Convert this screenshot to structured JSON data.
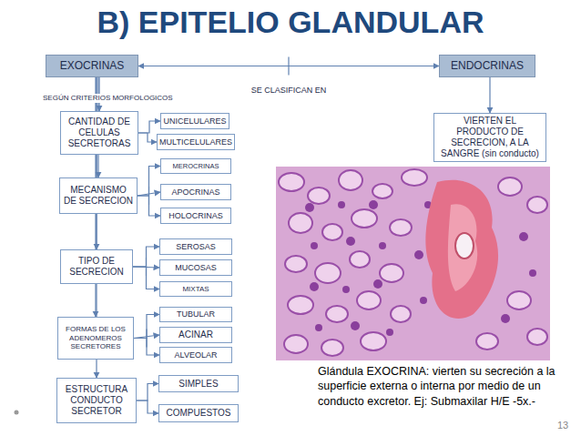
{
  "diagram": {
    "title": "B) EPITELIO GLANDULAR",
    "caption": "Glándula EXOCRINA: vierten su secreción a la superficie externa o interna por medio de un conducto excretor. Ej: Submaxilar H/E -5x.-",
    "nodes": [
      {
        "text": [
          "EXOCRINAS"
        ]
      },
      {
        "text": [
          "ENDOCRINAS"
        ]
      },
      {
        "text": [
          "VIERTEN EL PRODUCTO DE SECRECION, A LA SANGRE (sin conducto)"
        ]
      },
      {
        "text": [
          "CANTIDAD DE CELULAS SECRETORAS"
        ]
      },
      {
        "text": [
          "UNICELULARES"
        ]
      },
      {
        "text": [
          "MULTICELULARES"
        ]
      },
      {
        "text": [
          "MECANISMO DE SECRECION"
        ]
      },
      {
        "text": [
          "MEROCRINAS"
        ]
      },
      {
        "text": [
          "APOCRINAS"
        ]
      },
      {
        "text": [
          "HOLOCRINAS"
        ]
      },
      {
        "text": [
          "TIPO DE SECRECION"
        ]
      },
      {
        "text": [
          "SEROSAS"
        ]
      },
      {
        "text": [
          "MUCOSAS"
        ]
      },
      {
        "text": [
          "MIXTAS"
        ]
      },
      {
        "text": [
          "FORMAS DE LOS ADENOMEROS SECRETORES"
        ]
      },
      {
        "text": [
          "TUBULAR"
        ]
      },
      {
        "text": [
          "ACINAR"
        ]
      },
      {
        "text": [
          "ALVEOLAR"
        ]
      },
      {
        "text": [
          "ESTRUCTURA CONDUCTO SECRETOR"
        ]
      },
      {
        "text": [
          "SIMPLES"
        ]
      },
      {
        "text": [
          "COMPUESTOS"
        ]
      }
    ],
    "edges": [
      {
        "from": 0,
        "to": 1,
        "arrow": "both",
        "label": "SE CLASIFICAN EN"
      },
      {
        "from": 1,
        "to": 2,
        "arrow": "to"
      },
      {
        "from": 0,
        "to": 3,
        "arrow": "to"
      },
      {
        "from": 0,
        "to": 6,
        "arrow": "to"
      },
      {
        "from": 0,
        "to": 10,
        "arrow": "to"
      },
      {
        "from": 0,
        "to": 14,
        "arrow": "to"
      },
      {
        "from": 0,
        "to": 18,
        "arrow": "to"
      },
      {
        "from": 3,
        "to": 4,
        "arrow": "to"
      },
      {
        "from": 3,
        "to": 5,
        "arrow": "to"
      },
      {
        "from": 6,
        "to": 7,
        "arrow": "to"
      },
      {
        "from": 6,
        "to": 8,
        "arrow": "to"
      },
      {
        "from": 6,
        "to": 9,
        "arrow": "to"
      },
      {
        "from": 10,
        "to": 11,
        "arrow": "to"
      },
      {
        "from": 10,
        "to": 12,
        "arrow": "to"
      },
      {
        "from": 10,
        "to": 13,
        "arrow": "to"
      },
      {
        "from": 14,
        "to": 15,
        "arrow": "to"
      },
      {
        "from": 14,
        "to": 16,
        "arrow": "to"
      },
      {
        "from": 14,
        "to": 17,
        "arrow": "to"
      },
      {
        "from": 18,
        "to": 19,
        "arrow": "to"
      },
      {
        "from": 18,
        "to": 20,
        "arrow": "to"
      }
    ],
    "labels": [
      "SEGÚN CRITERIOS MORFOLOGICOS",
      "13"
    ]
  }
}
